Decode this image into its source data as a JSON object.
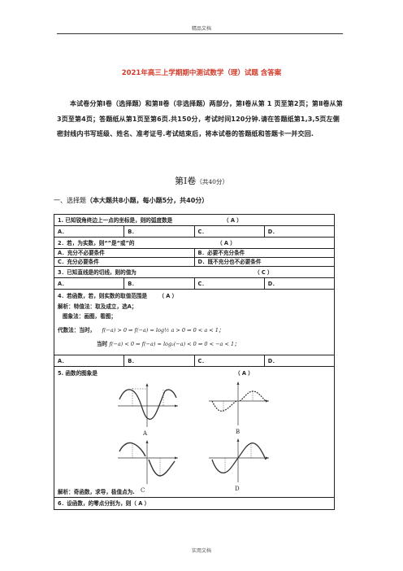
{
  "header": "精品文档",
  "footer": "实用文档",
  "title": "2021年高三上学期期中测试数学（理）试题 含答案",
  "intro": "本试卷分第Ⅰ卷（选择题）和第Ⅱ卷（非选择题）两部分，第Ⅰ卷从第 1 页至第2页；第Ⅱ卷从第3页至第4页；答题纸从第1页至第6页.共150分，考试时间120分钟.请在答题纸第1,3,5页左侧密封线内书写班级、姓名、准考证号.考试结束后，将本试卷的答题纸和答题卡一并交回.",
  "volume": {
    "label": "第Ⅰ卷",
    "note": "（共40分）"
  },
  "section": {
    "label": "一、选择题",
    "desc": "（本大题共8小题，每小题5分，共40分）"
  },
  "questions": {
    "q1": {
      "stem": "1. 已知锐角终边上一点的坐标是，则的弧度数是",
      "answer": "（ A ）"
    },
    "q2": {
      "stem": "2．若，为实数，则“”是“或”的",
      "answer": "（ A ）",
      "opts": [
        "A．充分不必要条件",
        "B．必要不充分条件",
        "C．充分必要条件",
        "D．既不充分也不必要条件"
      ]
    },
    "q3": {
      "stem": "3．已知直线是的切线，则的值为",
      "answer": "（ C ）"
    },
    "q4": {
      "stem": "4．若函数，若，则实数的取值范围是",
      "answer": "（ A ）",
      "line1": "解析：特值法：取及成立，选A；",
      "line2": "图象法：画图，看图；",
      "line3_label": "代数法：当时，",
      "line3_math": "f(−a) > 0 ⇒ f(−a) = log½ a > 0 ⇒ 0 < a < 1；",
      "line4_label": "当时",
      "line4_math": "f(−a) < 0 ⇒ f(−a) = log₂(−a) < 0 ⇒ 0 < −a < 1；"
    },
    "q5": {
      "stem": "5.    函数的图象是",
      "answer": "（ A ）",
      "graphs": [
        "A",
        "B",
        "C",
        "D"
      ],
      "analysis": "解析：奇函数，求导，极值点为."
    },
    "q6": {
      "stem": "6．设函数，的零点分别为，则（ A ）"
    }
  },
  "choices": [
    "A．",
    "B．",
    "C．",
    "D．"
  ]
}
